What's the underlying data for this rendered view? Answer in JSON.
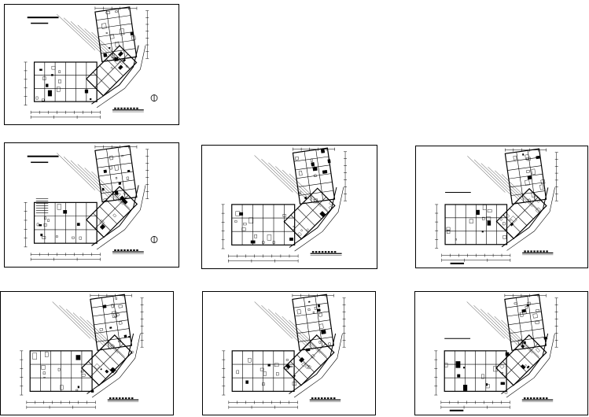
{
  "canvas": {
    "background": "#ffffff",
    "line_color": "#000000"
  },
  "sheets": [
    {
      "id": "sheet-1",
      "variant": "a",
      "has_north_marker": true,
      "has_side_stair": false
    },
    {
      "id": "sheet-2",
      "variant": "a",
      "has_north_marker": true,
      "has_side_stair": true
    },
    {
      "id": "sheet-3",
      "variant": "b",
      "has_north_marker": false,
      "has_side_stair": false
    },
    {
      "id": "sheet-4",
      "variant": "c",
      "has_north_marker": false,
      "has_side_stair": false
    },
    {
      "id": "sheet-5",
      "variant": "b",
      "has_north_marker": false,
      "has_side_stair": false
    },
    {
      "id": "sheet-6",
      "variant": "b",
      "has_north_marker": false,
      "has_side_stair": false
    },
    {
      "id": "sheet-7",
      "variant": "c",
      "has_north_marker": false,
      "has_side_stair": false
    }
  ]
}
